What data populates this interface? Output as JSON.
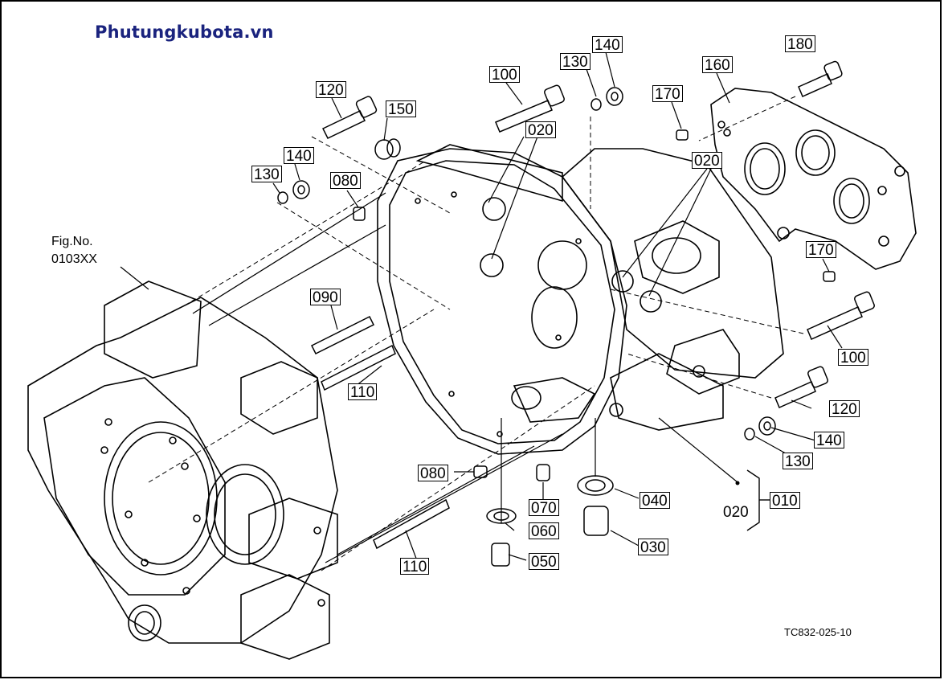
{
  "brand": "Phutungkubota.vn",
  "figure_ref": {
    "line1": "Fig.No.",
    "line2": "0103XX"
  },
  "doc_id": "TC832-025-10",
  "labels": {
    "p100a": "100",
    "p130a": "130",
    "p140a": "140",
    "p180": "180",
    "p120a": "120",
    "p150": "150",
    "p160": "160",
    "p170a": "170",
    "p020a": "020",
    "p020b": "020",
    "p140b": "140",
    "p130b": "130",
    "p080a": "080",
    "p170b": "170",
    "p090": "090",
    "p100b": "100",
    "p110a": "110",
    "p120b": "120",
    "p140c": "140",
    "p130c": "130",
    "p080b": "080",
    "p070": "070",
    "p040": "040",
    "p010": "010",
    "p020c": "020",
    "p060": "060",
    "p030": "030",
    "p050": "050",
    "p110b": "110"
  }
}
